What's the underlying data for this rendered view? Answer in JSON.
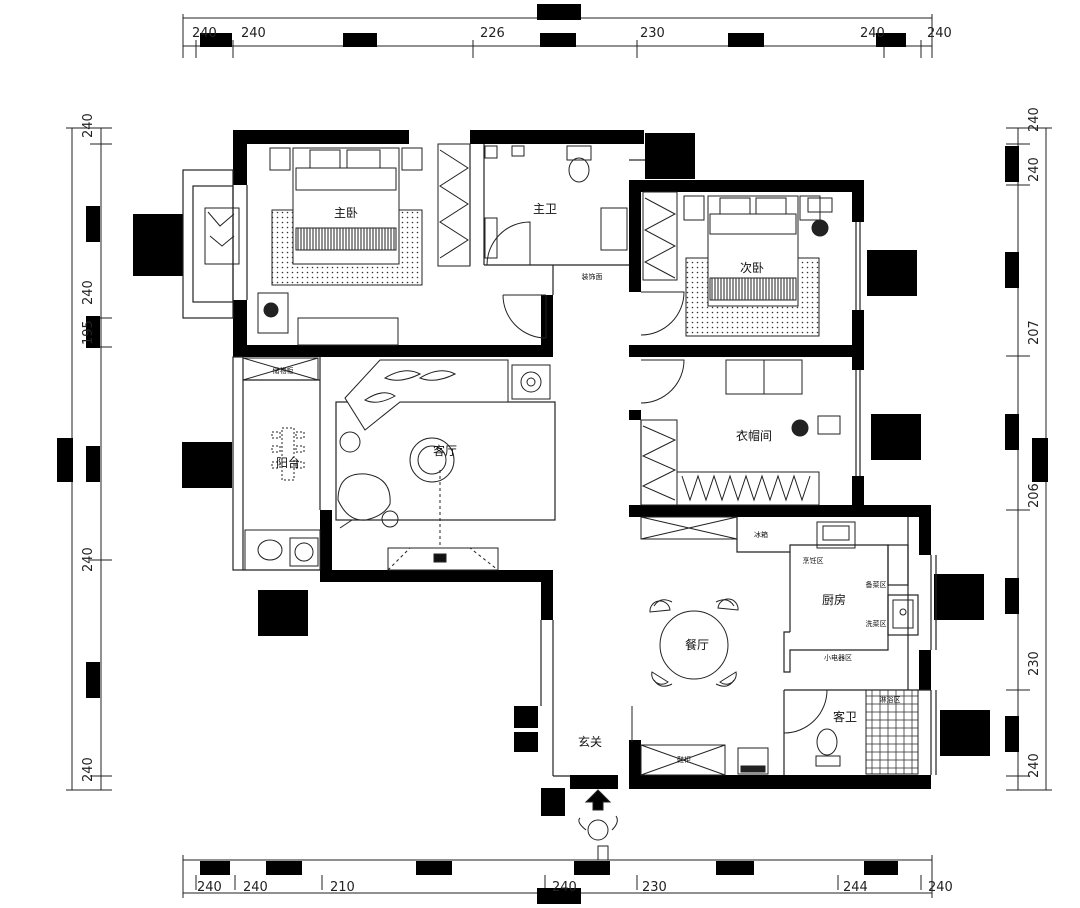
{
  "dims": {
    "top": [
      "240",
      "240",
      "226",
      "230",
      "240",
      "240"
    ],
    "bottom": [
      "240",
      "240",
      "210",
      "240",
      "230",
      "244",
      "240"
    ],
    "left": [
      "240",
      "240",
      "195",
      "240",
      "240"
    ],
    "right": [
      "240",
      "240",
      "207",
      "206",
      "230",
      "240"
    ]
  },
  "rooms": {
    "master_bedroom": "主卧",
    "master_bath": "主卫",
    "second_bedroom": "次卧",
    "living_room": "客厅",
    "balcony": "阳台",
    "cloakroom": "衣帽间",
    "kitchen": "厨房",
    "dining_room": "餐厅",
    "guest_bath": "客卫",
    "entrance": "玄关"
  },
  "labels": {
    "decorative_wall": "装饰面",
    "storage_cabinet": "储物柜",
    "fridge": "冰箱",
    "prep_zone": "烹饪区",
    "storage_zone": "备菜区",
    "wash_zone": "洗菜区",
    "appliance_zone": "小电器区",
    "shower_zone": "淋浴区",
    "shoe_cabinet": "鞋柜"
  },
  "colors": {
    "wall": "#000000",
    "line": "#222222",
    "background": "#ffffff"
  }
}
